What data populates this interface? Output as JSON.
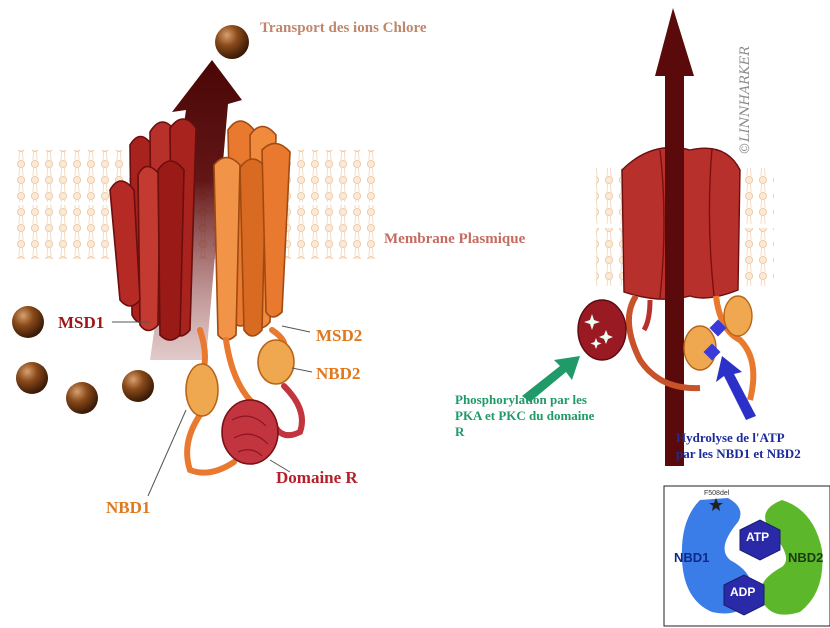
{
  "left_panel": {
    "transport_label": "Transport des ions Chlore",
    "membrane_label": "Membrane Plasmique",
    "msd1_label": "MSD1",
    "msd2_label": "MSD2",
    "nbd2_label": "NBD2",
    "domaine_r_label": "Domaine R",
    "nbd1_label": "NBD1"
  },
  "right_panel": {
    "phosphorylation_label": "Phosphorylation par les PKA et PKC du domaine R",
    "hydrolysis_label": "Hydrolyse de l'ATP par les NBD1 et NBD2",
    "artist_signature": "©LINNHARKER"
  },
  "inset": {
    "mutation_label": "F508del",
    "nbd1_label": "NBD1",
    "nbd2_label": "NBD2",
    "atp_label": "ATP",
    "adp_label": "ADP"
  },
  "colors": {
    "msd1": "#a8221e",
    "msd2": "#e8792e",
    "nbd": "#f0a850",
    "domaine_r": "#c2343e",
    "arrow": "#5a0a0a",
    "membrane": "#f6dcc0",
    "ion": "#7a4418",
    "phospho_arrow": "#1f9a68",
    "hydro_arrow": "#2a30c8",
    "inset_nbd1": "#3a7ce8",
    "inset_nbd2": "#5cb82a",
    "hexagon": "#2a2aa8"
  }
}
